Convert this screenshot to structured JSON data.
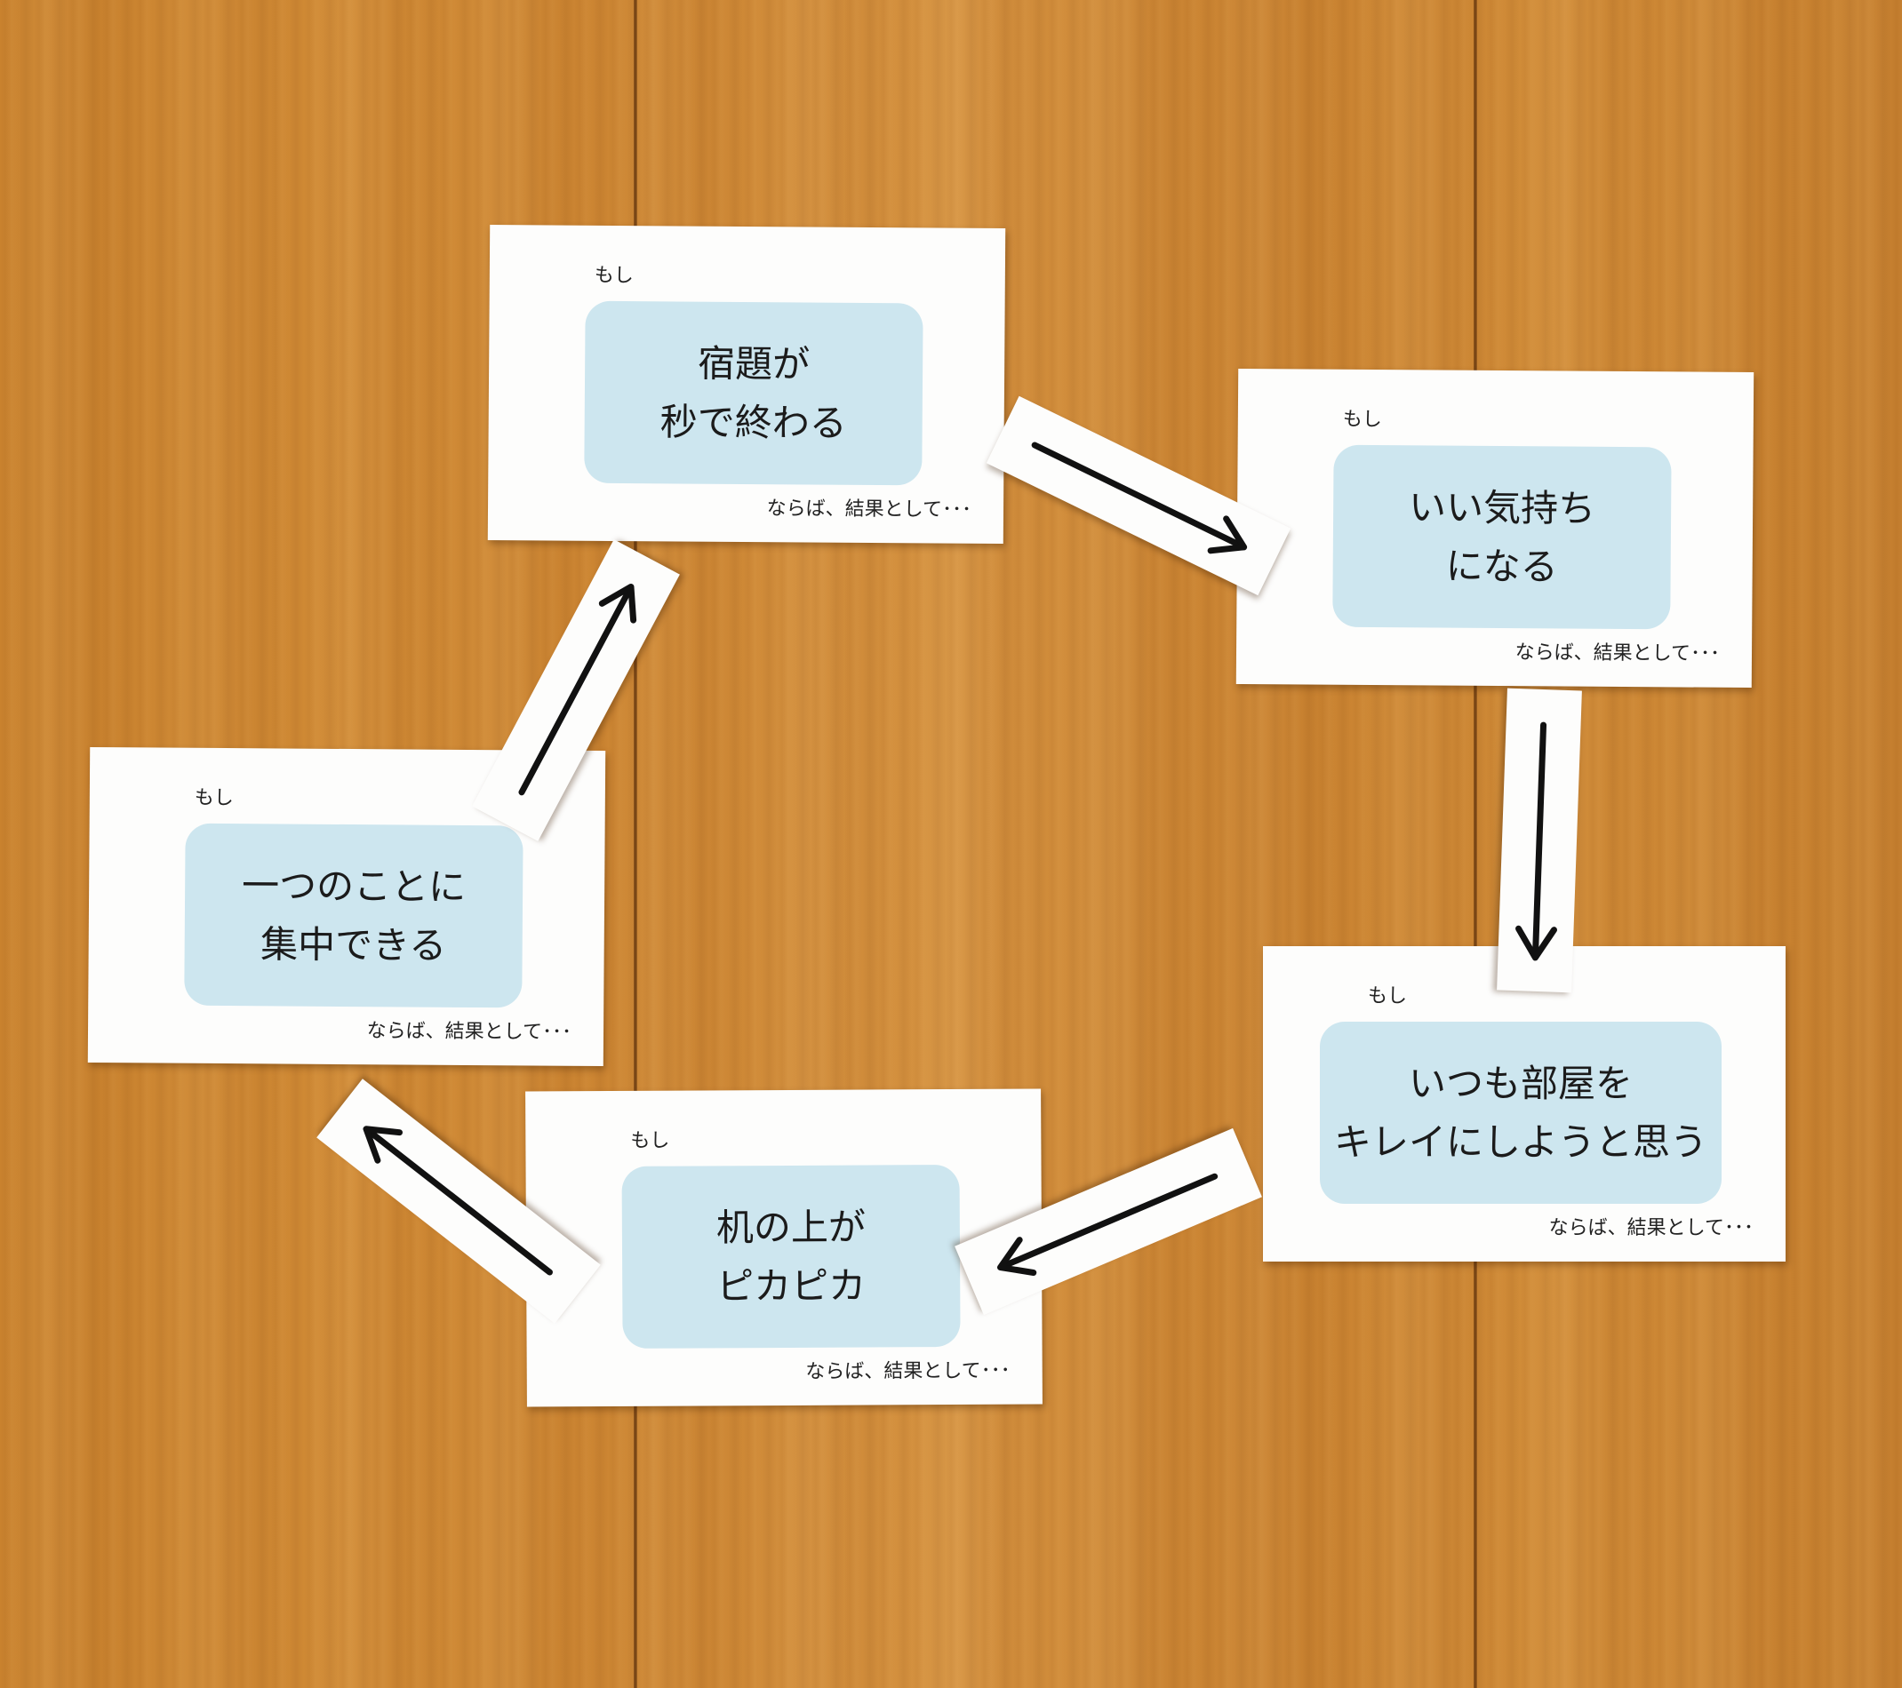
{
  "cards": [
    {
      "if_label": "もし",
      "lines": [
        "宿題が",
        "秒で終わる"
      ],
      "then_label": "ならば、結果として･･･"
    },
    {
      "if_label": "もし",
      "lines": [
        "いい気持ち",
        "になる"
      ],
      "then_label": "ならば、結果として･･･"
    },
    {
      "if_label": "もし",
      "lines": [
        "いつも部屋を",
        "キレイにしようと思う"
      ],
      "then_label": "ならば、結果として･･･"
    },
    {
      "if_label": "もし",
      "lines": [
        "机の上が",
        "ピカピカ"
      ],
      "then_label": "ならば、結果として･･･"
    },
    {
      "if_label": "もし",
      "lines": [
        "一つのことに",
        "集中できる"
      ],
      "then_label": "ならば、結果として･･･"
    }
  ],
  "colors": {
    "wood": "#cc8532",
    "card": "#fdfdfc",
    "text_box": "#cde6ef",
    "arrow": "#111111"
  },
  "arrows": [
    {
      "from": "宿題が 秒で終わる",
      "to": "いい気持ち になる"
    },
    {
      "from": "いい気持ち になる",
      "to": "いつも部屋を キレイにしようと思う"
    },
    {
      "from": "いつも部屋を キレイにしようと思う",
      "to": "机の上が ピカピカ"
    },
    {
      "from": "机の上が ピカピカ",
      "to": "一つのことに 集中できる"
    },
    {
      "from": "一つのことに 集中できる",
      "to": "宿題が 秒で終わる"
    }
  ]
}
